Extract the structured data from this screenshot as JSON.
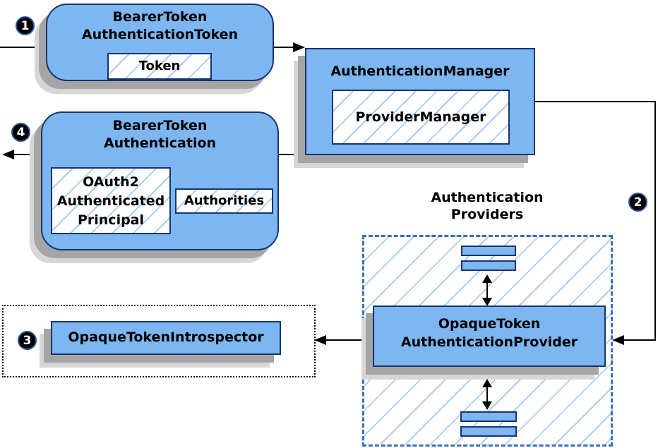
{
  "diagram": {
    "kind": "authentication-flow-diagram",
    "badges": {
      "step1": "1",
      "step2": "2",
      "step3": "3",
      "step4": "4"
    },
    "nodes": {
      "bearer_token_authentication_token": {
        "title": [
          "BearerToken",
          "AuthenticationToken"
        ],
        "token": "Token"
      },
      "authentication_manager": {
        "title": "AuthenticationManager",
        "provider_manager": "ProviderManager"
      },
      "bearer_token_authentication": {
        "title": [
          "BearerToken",
          "Authentication"
        ],
        "principal": [
          "OAuth2",
          "Authenticated",
          "Principal"
        ],
        "authorities": "Authorities"
      },
      "authentication_providers": {
        "label": [
          "Authentication",
          "Providers"
        ]
      },
      "opaque_token_authentication_provider": {
        "title": [
          "OpaqueToken",
          "AuthenticationProvider"
        ]
      },
      "opaque_token_introspector": {
        "title": "OpaqueTokenIntrospector"
      }
    },
    "colors": {
      "node_fill": "#7db6f0",
      "node_border": "#16366e",
      "hatch_line": "#a9cdf4",
      "dashed_border": "#3a6fb5",
      "dotted_border": "#000000",
      "shadow_dark": "#a5a5a5",
      "shadow_light": "#d6d6d6",
      "connector": "#000000",
      "badge_bg": "#000000",
      "badge_text": "#ffffff"
    }
  }
}
